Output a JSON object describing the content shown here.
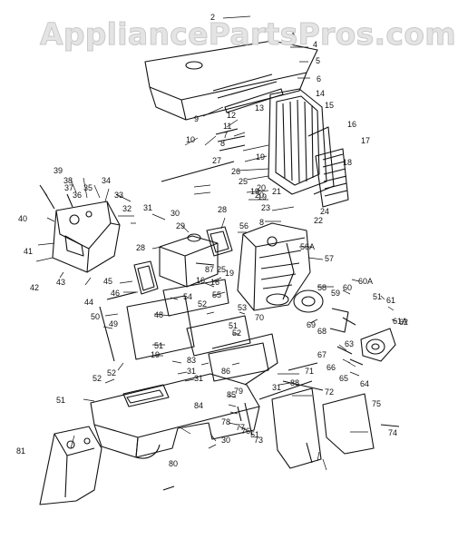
{
  "watermark": "AppliancePartsPros.com",
  "callouts": [
    "2",
    "3",
    "4",
    "5",
    "6",
    "9",
    "11",
    "12",
    "13",
    "14",
    "15",
    "16",
    "17",
    "18",
    "10",
    "8",
    "7",
    "27",
    "19",
    "26",
    "25",
    "20",
    "19",
    "20",
    "19",
    "21",
    "22",
    "24",
    "23",
    "8",
    "56",
    "56A",
    "57",
    "58",
    "60",
    "60A",
    "51",
    "61",
    "61A",
    "62",
    "59",
    "69",
    "70",
    "68",
    "63",
    "66",
    "65",
    "64",
    "67",
    "71",
    "72",
    "88",
    "31",
    "39",
    "38",
    "37",
    "34",
    "35",
    "36",
    "33",
    "32",
    "31",
    "40",
    "41",
    "42",
    "43",
    "44",
    "30",
    "29",
    "28",
    "28",
    "45",
    "46",
    "50",
    "49",
    "48",
    "87",
    "25",
    "19",
    "16",
    "55",
    "53",
    "54",
    "52",
    "51",
    "52",
    "51",
    "19",
    "16",
    "83",
    "51",
    "52",
    "52",
    "31",
    "31",
    "85",
    "86",
    "84",
    "81",
    "80",
    "79",
    "78",
    "77",
    "76",
    "51",
    "73",
    "30",
    "75",
    "74"
  ],
  "colors": {
    "ink": "#111111",
    "watermark": "#d8d8d8",
    "background": "#ffffff"
  }
}
